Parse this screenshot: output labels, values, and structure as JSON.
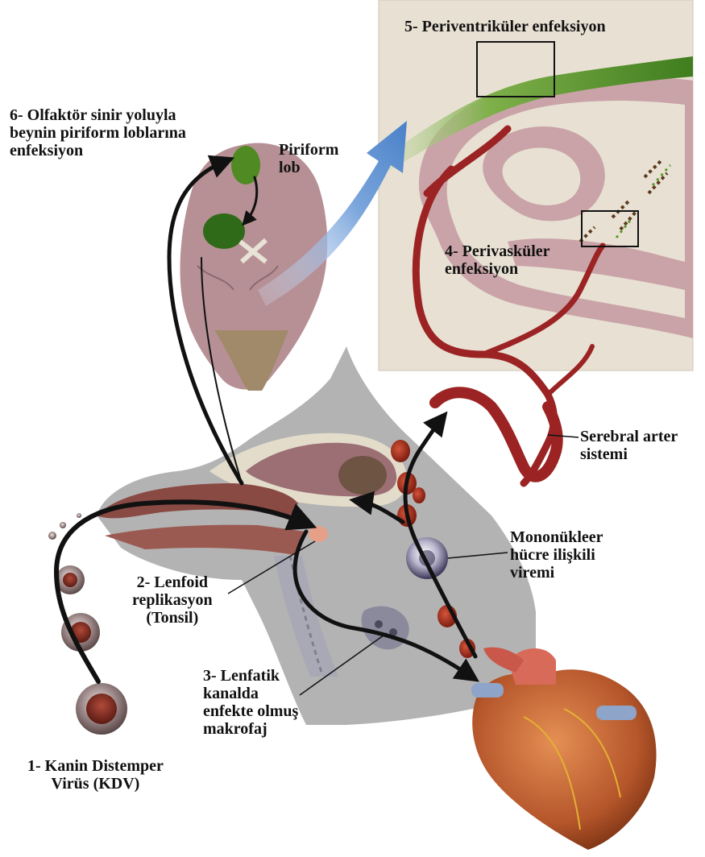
{
  "labels": {
    "step1": [
      "1- Kanin Distemper",
      "Virüs (KDV)"
    ],
    "step2": [
      "2- Lenfoid",
      "replikasyon",
      "(Tonsil)"
    ],
    "step3": [
      "3- Lenfatik",
      "kanalda",
      "enfekte olmuş",
      "makrofaj"
    ],
    "step4": [
      "4- Perivasküler",
      "enfeksiyon"
    ],
    "step5": [
      "5- Periventriküler enfeksiyon"
    ],
    "step6": [
      "6- Olfaktör sinir yoluyla",
      "beynin piriform loblarına",
      "enfeksiyon"
    ],
    "piriform": [
      "Piriform",
      "lob"
    ],
    "serebral": [
      "Serebral arter",
      "sistemi"
    ],
    "viremia": [
      "Mononükleer",
      "hücre ilişkili",
      "viremi"
    ]
  },
  "colors": {
    "brain_panel": "#e8e1d3",
    "tissue_pink": "#c9a3a8",
    "artery_red": "#9b2323",
    "infection_green": "#5c9a2c",
    "arrow_blue": "#5b8fcf",
    "head_silhouette": "#b3b3b3",
    "heart": "#c0642e"
  }
}
